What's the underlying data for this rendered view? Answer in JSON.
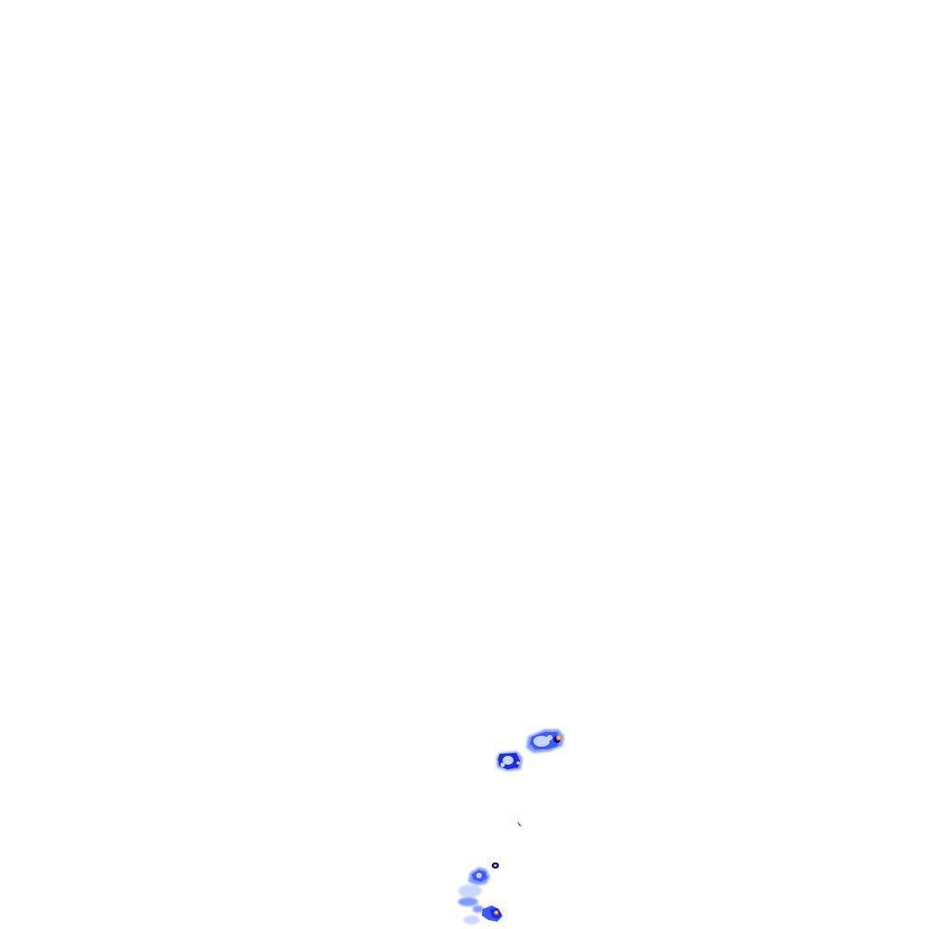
{
  "map": {
    "type": "weather-radar-overlay",
    "background": "#ffffff",
    "visible_text": []
  },
  "palette": {
    "light_precip": "#c9d6ff",
    "light_blue": "#7f99ff",
    "moderate_blue": "#3f5bff",
    "heavy_blue": "#1c2de0",
    "dark_blue": "#0a128f",
    "core_yellow": "#ffd24a",
    "core_orange": "#ff8a1f"
  },
  "echoes": [
    {
      "name": "storm-cell-northeast",
      "intensity": "heavy",
      "has_core": true
    },
    {
      "name": "storm-cell-west",
      "intensity": "moderate",
      "has_core": true
    },
    {
      "name": "echo-fleck-small",
      "intensity": "light",
      "has_core": false
    },
    {
      "name": "echo-fleck-tiny",
      "intensity": "heavy",
      "has_core": true
    },
    {
      "name": "storm-cluster-south-upper",
      "intensity": "moderate",
      "has_core": false
    },
    {
      "name": "storm-cluster-south-lower",
      "intensity": "moderate",
      "has_core": true
    },
    {
      "name": "light-precip-south",
      "intensity": "light",
      "has_core": false
    }
  ]
}
